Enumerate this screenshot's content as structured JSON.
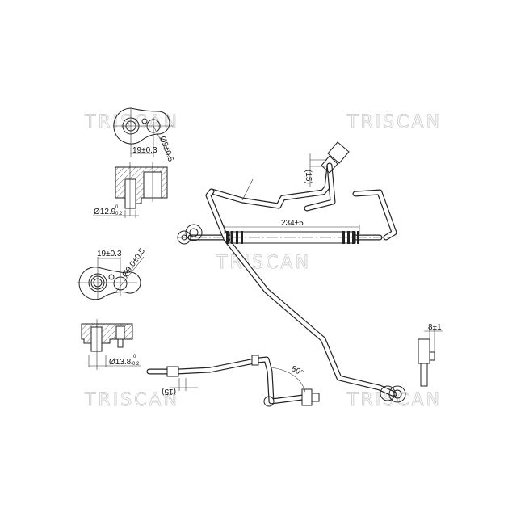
{
  "watermark": "TRISCAN",
  "fitting_top": {
    "pitch": "19±0.3",
    "hole_diameter": "Ø9±0.5",
    "stem_diameter": "Ø12.9",
    "stem_tol_upper": "0",
    "stem_tol_lower": "-0.2"
  },
  "fitting_bottom": {
    "pitch": "19±0.3",
    "hole_diameter": "Ø9.0±0.5",
    "stem_diameter": "Ø13.8",
    "stem_tol_upper": "0",
    "stem_tol_lower": "-0.2"
  },
  "main_pipe": {
    "hose_length": "234±5",
    "sensor_offset": "(15)"
  },
  "detail_bottom": {
    "offset": "(15)",
    "angle": "80°"
  },
  "detail_right": {
    "width": "8±1"
  }
}
